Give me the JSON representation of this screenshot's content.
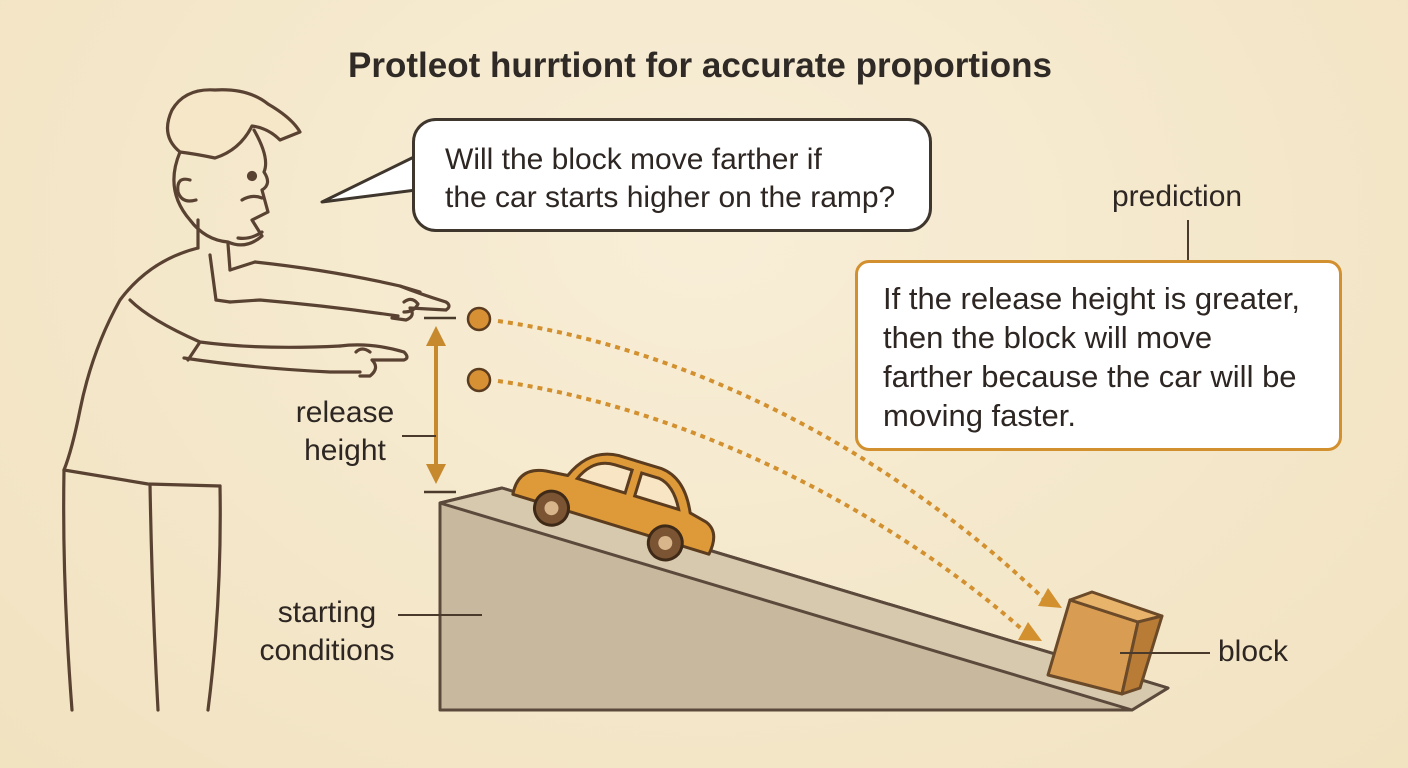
{
  "title": "Protleot hurrtiont for accurate proportions",
  "speech_bubble": {
    "line1": "Will the block move farther if",
    "line2": "the car starts higher on the ramp?"
  },
  "prediction": {
    "label": "prediction",
    "line1": "If the release height is greater,",
    "line2": "then the block will move",
    "line3": "farther because the car will be",
    "line4": "moving faster."
  },
  "labels": {
    "release_line1": "release",
    "release_line2": "height",
    "starting_line1": "starting",
    "starting_line2": "conditions",
    "block": "block"
  },
  "colors": {
    "background": "#f3e6c8",
    "outline": "#4a3a2c",
    "accent": "#d2902f",
    "ramp": "#c6b69c",
    "car": "#de9a38",
    "block": "#d79a4f"
  }
}
